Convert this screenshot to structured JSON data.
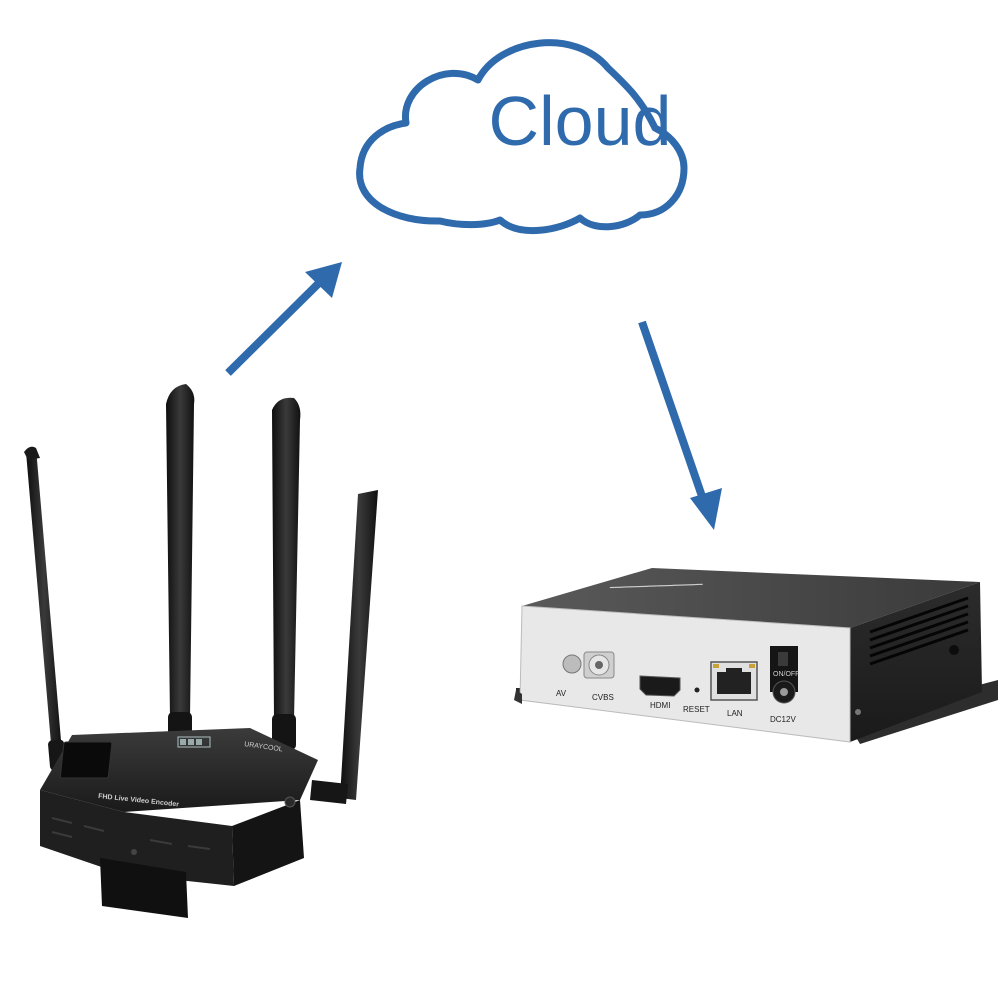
{
  "cloud": {
    "label": "Cloud"
  },
  "colors": {
    "accent": "#2f6aad",
    "device_dark": "#1e1e1e",
    "panel_light": "#e8e8e8"
  },
  "encoder": {
    "front_text": "FHD Live Video Encoder",
    "brand_text": "URAYCOOL"
  },
  "decoder": {
    "ports": {
      "av": "AV",
      "cvbs": "CVBS",
      "hdmi": "HDMI",
      "reset": "RESET",
      "lan": "LAN",
      "power": "DC12V",
      "switch": "ON/OFF"
    }
  }
}
